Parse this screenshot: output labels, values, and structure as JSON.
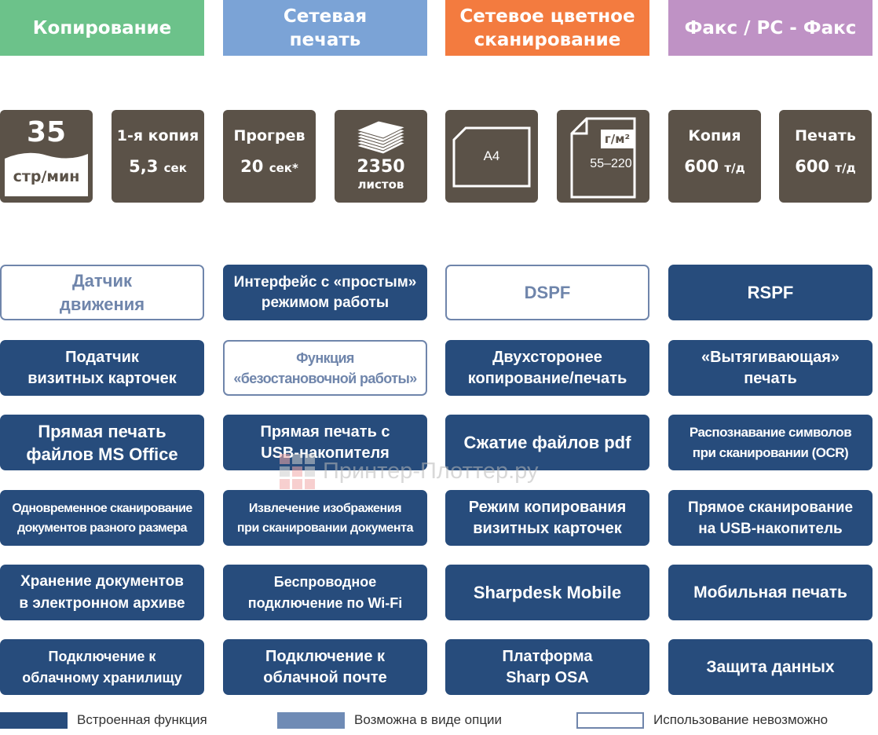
{
  "headers": [
    {
      "label": "Копирование",
      "color": "#6cc28a"
    },
    {
      "label": "Сетевая\nпечать",
      "color": "#7ba3d6"
    },
    {
      "label": "Сетевое цветное\nсканирование",
      "color": "#f37b3f"
    },
    {
      "label": "Факс / PC - Факс",
      "color": "#bf92c5"
    }
  ],
  "specs": {
    "speed": {
      "value": "35",
      "unit": "стр/мин"
    },
    "first_copy": {
      "title": "1-я копия",
      "value": "5,3",
      "unit": "сек"
    },
    "warmup": {
      "title": "Прогрев",
      "value": "20",
      "unit": "сек*"
    },
    "capacity": {
      "value": "2350",
      "unit": "листов"
    },
    "paper_size": {
      "value": "A4"
    },
    "paper_weight": {
      "unit": "г/м²",
      "value": "55–220"
    },
    "copy_res": {
      "title": "Копия",
      "value": "600",
      "unit": "т/д"
    },
    "print_res": {
      "title": "Печать",
      "value": "600",
      "unit": "т/д"
    }
  },
  "features": [
    {
      "label": "Датчик\nдвижения",
      "status": "none"
    },
    {
      "label": "Интерфейс с «простым»\nрежимом работы",
      "status": "builtin"
    },
    {
      "label": "DSPF",
      "status": "none"
    },
    {
      "label": "RSPF",
      "status": "builtin"
    },
    {
      "label": "Податчик\nвизитных карточек",
      "status": "builtin"
    },
    {
      "label": "Функция\n«безостановочной работы»",
      "status": "none"
    },
    {
      "label": "Двухсторонее\nкопирование/печать",
      "status": "builtin"
    },
    {
      "label": "«Вытягивающая»\nпечать",
      "status": "builtin"
    },
    {
      "label": "Прямая печать\nфайлов MS Office",
      "status": "builtin"
    },
    {
      "label": "Прямая печать с\nUSB-накопителя",
      "status": "builtin"
    },
    {
      "label": "Сжатие файлов pdf",
      "status": "builtin"
    },
    {
      "label": "Распознавание символов\nпри сканировании (OCR)",
      "status": "builtin"
    },
    {
      "label": "Одновременное сканирование\nдокументов разного размера",
      "status": "builtin"
    },
    {
      "label": "Извлечение изображения\nпри сканировании документа",
      "status": "builtin"
    },
    {
      "label": "Режим копирования\nвизитных карточек",
      "status": "builtin"
    },
    {
      "label": "Прямое сканирование\nна  USB-накопитель",
      "status": "builtin"
    },
    {
      "label": "Хранение документов\nв электронном архиве",
      "status": "builtin"
    },
    {
      "label": "Беспроводное\nподключение по Wi-Fi",
      "status": "builtin"
    },
    {
      "label": "Sharpdesk Mobile",
      "status": "builtin"
    },
    {
      "label": "Мобильная печать",
      "status": "builtin"
    },
    {
      "label": "Подключение к\nоблачному хранилищу",
      "status": "builtin"
    },
    {
      "label": "Подключение к\nоблачной почте",
      "status": "builtin"
    },
    {
      "label": "Платформа\nSharp OSA",
      "status": "builtin"
    },
    {
      "label": "Защита данных",
      "status": "builtin"
    }
  ],
  "legend": [
    {
      "label": "Встроенная функция",
      "color": "#274c7c"
    },
    {
      "label": "Возможна в виде опции",
      "color": "#6f8bb5"
    },
    {
      "label": "Использование невозможно",
      "color": "#ffffff"
    }
  ],
  "watermark": "Принтер-Плоттер.ру"
}
